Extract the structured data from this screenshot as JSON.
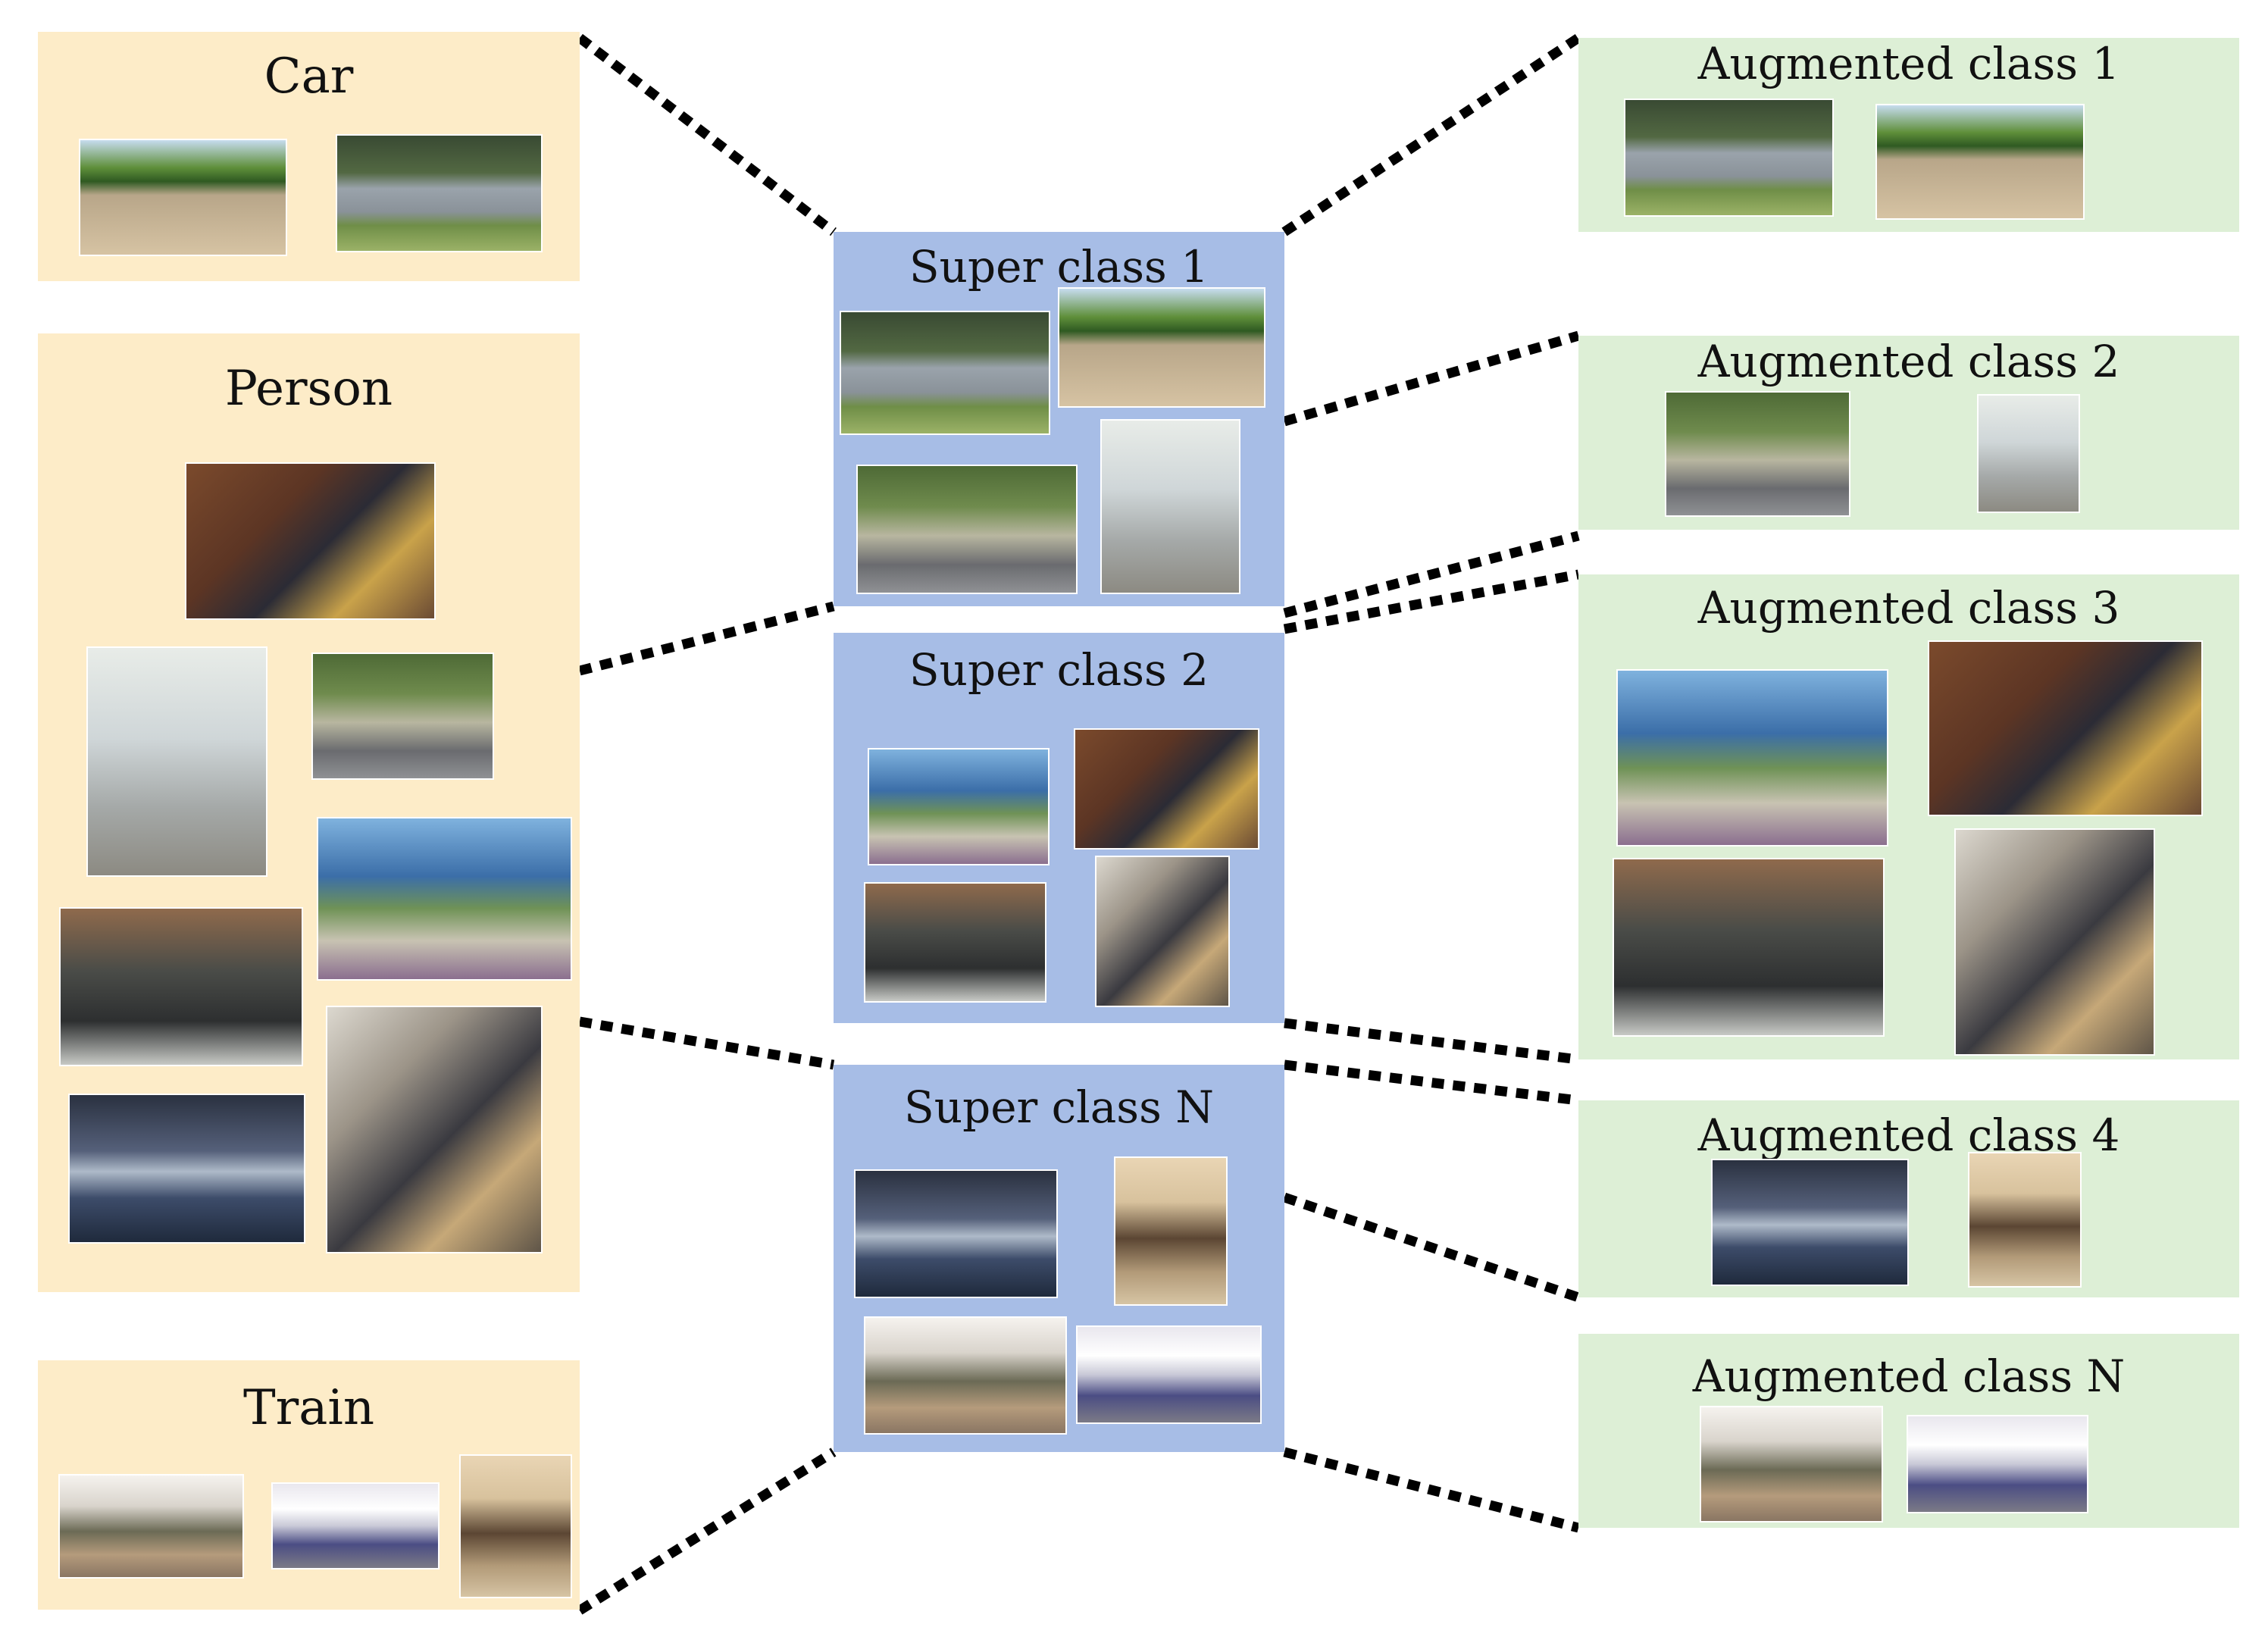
{
  "classes": {
    "car": "Car",
    "person": "Person",
    "train": "Train"
  },
  "super_classes": {
    "s1": "Super class 1",
    "s2": "Super class 2",
    "sn": "Super class N"
  },
  "augmented_classes": {
    "a1": "Augmented class 1",
    "a2": "Augmented class 2",
    "a3": "Augmented class 3",
    "a4": "Augmented class 4",
    "an": "Augmented class N"
  },
  "colors": {
    "class_panel": "#fdecc8",
    "super_class_panel": "#a7bde6",
    "augmented_class_panel": "#ddefd6",
    "connector": "#000000"
  }
}
